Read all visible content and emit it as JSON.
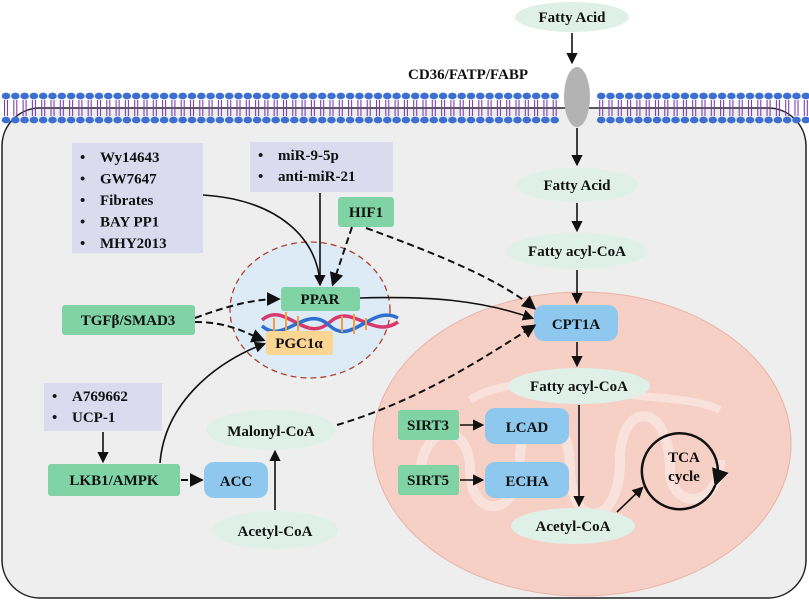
{
  "transporter": {
    "label": "CD36/FATP/FABP"
  },
  "nodes": {
    "fatty_acid_extracellular": "Fatty Acid",
    "fatty_acid_cytosol": "Fatty Acid",
    "fatty_acyl_coa_cytosol": "Fatty acyl-CoA",
    "cpt1a": "CPT1A",
    "fatty_acyl_coa_mito": "Fatty acyl-CoA",
    "lcad": "LCAD",
    "echa": "ECHA",
    "sirt3": "SIRT3",
    "sirt5": "SIRT5",
    "acetyl_coa_mito": "Acetyl-CoA",
    "tca_line1": "TCA",
    "tca_line2": "cycle",
    "hif1": "HIF1",
    "ppar": "PPAR",
    "pgc1a": "PGC1α",
    "tgfb_smad3": "TGFβ/SMAD3",
    "malonyl_coa": "Malonyl-CoA",
    "acc": "ACC",
    "acetyl_coa_cytosol": "Acetyl-CoA",
    "lkb1_ampk": "LKB1/AMPK"
  },
  "agonist_list": [
    "Wy14643",
    "GW7647",
    "Fibrates",
    "BAY PP1",
    "MHY2013"
  ],
  "mirna_list": [
    "miR-9-5p",
    "anti-miR-21"
  ],
  "ampk_activators": [
    "A769662",
    "UCP-1"
  ],
  "colors": {
    "membrane": "#3d6fd0",
    "membrane_tail": "#7a3fb0",
    "green_box": "#7fd3a4",
    "blue_box": "#8fc8ee",
    "light_ellipse": "#dff0e9",
    "lavender_box": "#dadbef",
    "mitochondrion": "#f6cfc5",
    "nucleus": "#dcebf6",
    "pgc1a_box": "#fbd592",
    "transporter": "#b3b3b3"
  }
}
